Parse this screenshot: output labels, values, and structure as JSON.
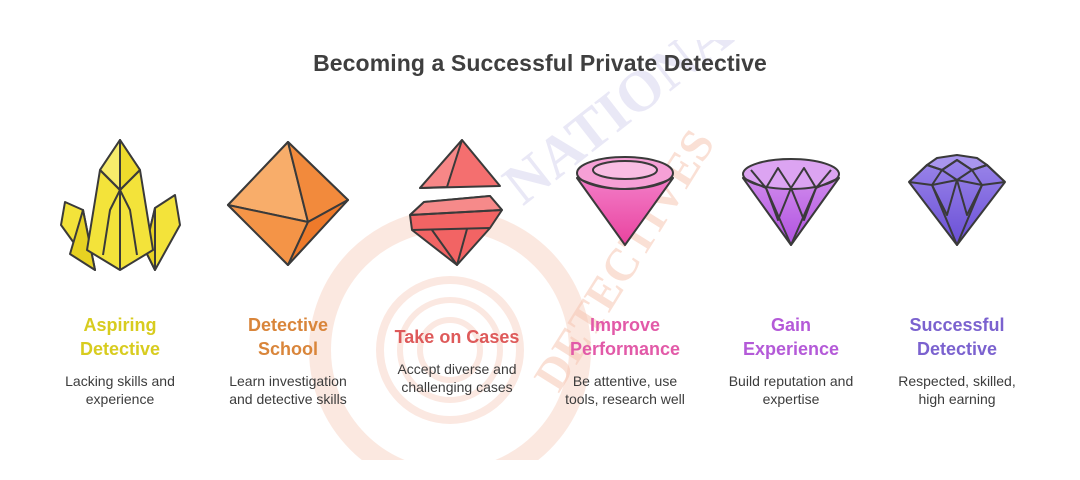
{
  "title": "Becoming a Successful Private Detective",
  "watermark": {
    "line1": "NATIONAL",
    "line2": "DETECTIVES"
  },
  "stages": [
    {
      "title_line1": "Aspiring",
      "title_line2": "Detective",
      "desc_line1": "Lacking skills and",
      "desc_line2": "experience",
      "color": "#d8cc1f",
      "icon": "yellow-crystal-cluster-icon"
    },
    {
      "title_line1": "Detective",
      "title_line2": "School",
      "desc_line1": "Learn investigation",
      "desc_line2": "and detective skills",
      "color": "#d9853a",
      "icon": "orange-octahedron-icon"
    },
    {
      "title_line1": "Take on Cases",
      "title_line2": "",
      "desc_line1": "Accept diverse and",
      "desc_line2": "challenging cases",
      "color": "#de5a5a",
      "icon": "red-split-gem-icon"
    },
    {
      "title_line1": "Improve",
      "title_line2": "Performance",
      "desc_line1": "Be attentive, use",
      "desc_line2": "tools, research well",
      "color": "#e25aa8",
      "icon": "pink-gem-icon"
    },
    {
      "title_line1": "Gain",
      "title_line2": "Experience",
      "desc_line1": "Build reputation and",
      "desc_line2": "expertise",
      "color": "#b45ad8",
      "icon": "purple-faceted-gem-icon"
    },
    {
      "title_line1": "Successful",
      "title_line2": "Detective",
      "desc_line1": "Respected, skilled,",
      "desc_line2": "high earning",
      "color": "#7b62cf",
      "icon": "violet-brilliant-diamond-icon"
    }
  ]
}
